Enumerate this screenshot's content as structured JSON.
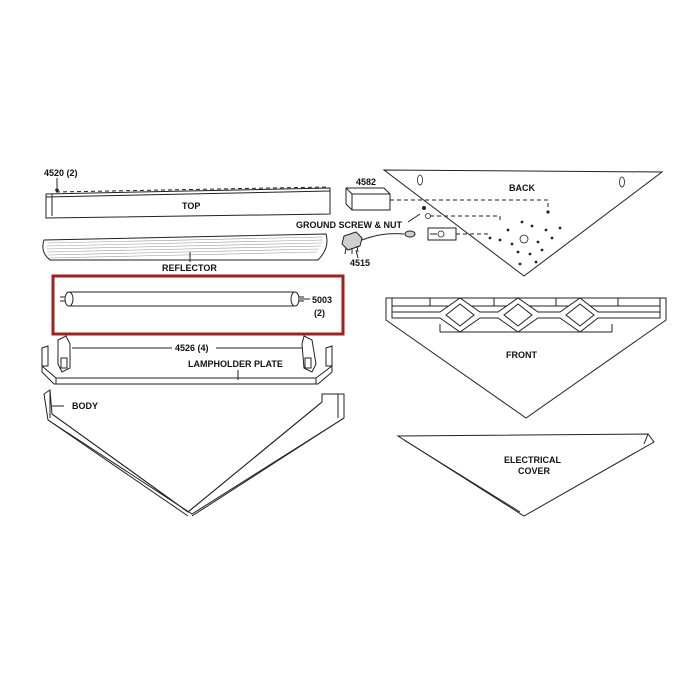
{
  "highlight_color": "#a01f1f",
  "labels": {
    "top_part": "4520 (2)",
    "top": "TOP",
    "reflector": "REFLECTOR",
    "lamp_part": "5003",
    "lamp_qty": "(2)",
    "lampholder_part": "4526 (4)",
    "lampholder_plate": "LAMPHOLDER PLATE",
    "body": "BODY",
    "part_4582": "4582",
    "back": "BACK",
    "ground_screw": "GROUND SCREW & NUT",
    "part_4515": "4515",
    "front": "FRONT",
    "electrical_cover_line1": "ELECTRICAL",
    "electrical_cover_line2": "COVER"
  }
}
